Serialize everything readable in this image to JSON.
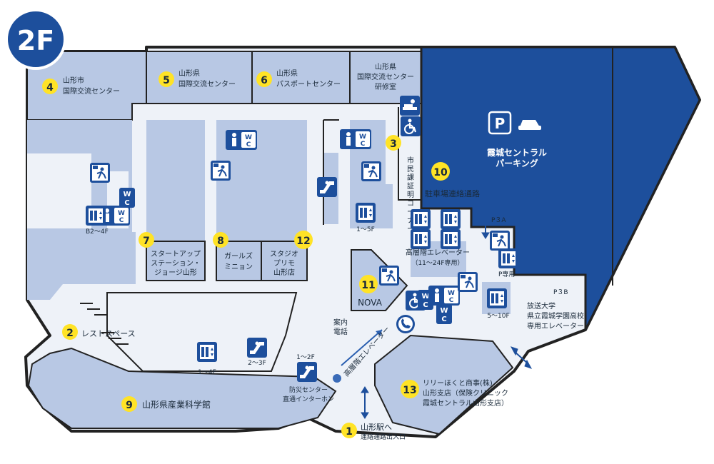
{
  "floor": "2F",
  "colors": {
    "room": "#b8c8e4",
    "corridor": "#eef2f8",
    "wall": "#222222",
    "parking": "#1d4f9c",
    "marker": "#ffe326",
    "icon": "#1d4f9c"
  },
  "rooms": {
    "r4": {
      "num": "4",
      "lines": [
        "山形市",
        "国際交流センター"
      ]
    },
    "r5": {
      "num": "5",
      "lines": [
        "山形県",
        "国際交流センター"
      ]
    },
    "r6": {
      "num": "6",
      "lines": [
        "山形県",
        "パスポートセンター"
      ]
    },
    "r_kensyu": {
      "lines": [
        "山形県",
        "国際交流センター",
        "研修室"
      ]
    },
    "r7": {
      "num": "7",
      "lines": [
        "スタートアップ",
        "ステーション・",
        "ジョージ山形"
      ]
    },
    "r8": {
      "num": "8",
      "lines": [
        "ガールズ",
        "ミニョン"
      ]
    },
    "r12": {
      "num": "12",
      "lines": [
        "スタジオ",
        "プリモ",
        "山形店"
      ]
    },
    "r11": {
      "num": "11",
      "label": "NOVA"
    },
    "r9": {
      "num": "9",
      "label": "山形県産業科学館"
    },
    "r13": {
      "num": "13",
      "lines": [
        "リリーほくと商事(株)",
        "山形支店（保険クリニック",
        "霞城セントラル山形支店）"
      ]
    },
    "r2": {
      "num": "2",
      "label": "レストスペース"
    },
    "r1": {
      "num": "1",
      "lines": [
        "山形駅へ",
        "連絡通路出入口"
      ]
    },
    "r3": {
      "num": "3",
      "vertical": [
        "市",
        "民",
        "課",
        "証",
        "明",
        "コ",
        "ー",
        "ナ",
        "ー"
      ]
    },
    "r10": {
      "num": "10",
      "label": "駐車場連絡通路"
    }
  },
  "parking": {
    "lines": [
      "霞城セントラル",
      "パーキング"
    ]
  },
  "labels": {
    "elev_b2_4f": "B2～4F",
    "elev_1_5f": "1～5F",
    "elev_1_4f": "1～4F",
    "esc_2_3f": "2～3F",
    "esc_1_2f": "1～2F",
    "elev_5_10f": "5～10F",
    "highrise_elev": "高層階エレベーター",
    "highrise_sub": "（11～24F専用）",
    "highrise_diag": "高層階エレベーター",
    "p_only": "P専用",
    "p3a": "P３A",
    "p3b": "P３B",
    "info_phone": [
      "案内",
      "電話"
    ],
    "bousai": [
      "防災センター",
      "直通インターホン"
    ],
    "university": [
      "放送大学",
      "県立霞城学園高校",
      "専用エレベーター"
    ],
    "wc": "WC"
  },
  "icons": [
    "parking-icon",
    "car-icon",
    "wc-icon",
    "wheelchair-icon",
    "evacuation-icon",
    "elevator-icon",
    "escalator-icon",
    "stairs-icon",
    "phone-icon",
    "diaper-icon",
    "arrow-icon"
  ]
}
